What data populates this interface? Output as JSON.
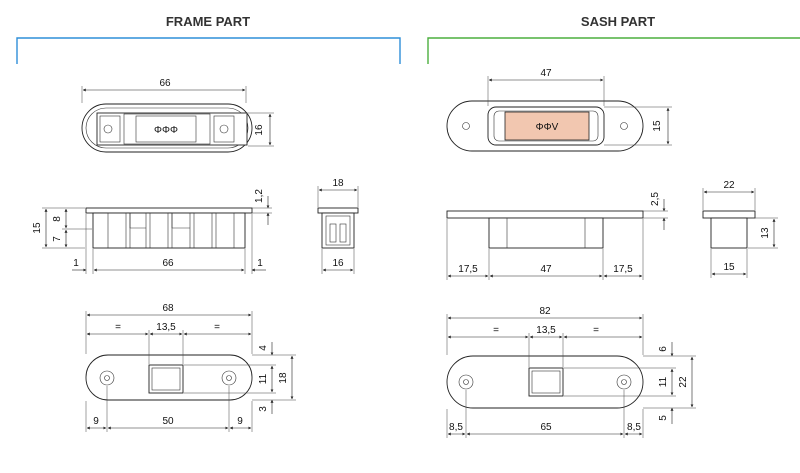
{
  "frame": {
    "title": "FRAME PART",
    "accent": "#2f8fd8",
    "top_view": {
      "width": "66",
      "height": "16",
      "logo": "ΦΦΦ"
    },
    "side_view": {
      "h_total": "15",
      "h_upper": "8",
      "h_lower": "7",
      "lip": "1,2",
      "left_gap": "1",
      "length": "66",
      "right_gap": "1"
    },
    "end_view": {
      "top": "18",
      "bottom": "16"
    },
    "plate_view": {
      "total": "68",
      "eq_left": "=",
      "center": "13,5",
      "eq_right": "=",
      "top_off": "4",
      "slot": "11",
      "height": "18",
      "bottom_off": "3",
      "left_edge": "9",
      "spacing": "50",
      "right_edge": "9"
    }
  },
  "sash": {
    "title": "SASH PART",
    "accent": "#4caf3f",
    "top_view": {
      "width": "47",
      "height": "15",
      "logo": "ΦΦV"
    },
    "side_view": {
      "lip": "2,5",
      "left": "17,5",
      "mid": "47",
      "right": "17,5"
    },
    "end_view": {
      "top": "22",
      "height": "13",
      "bottom": "15"
    },
    "plate_view": {
      "total": "82",
      "eq_left": "=",
      "center": "13,5",
      "eq_right": "=",
      "top_off": "6",
      "slot": "11",
      "height": "22",
      "bottom_off": "5",
      "left_edge": "8,5",
      "spacing": "65",
      "right_edge": "8,5"
    }
  },
  "colors": {
    "sash_insert": "#f2c7b0",
    "line": "#222222"
  }
}
